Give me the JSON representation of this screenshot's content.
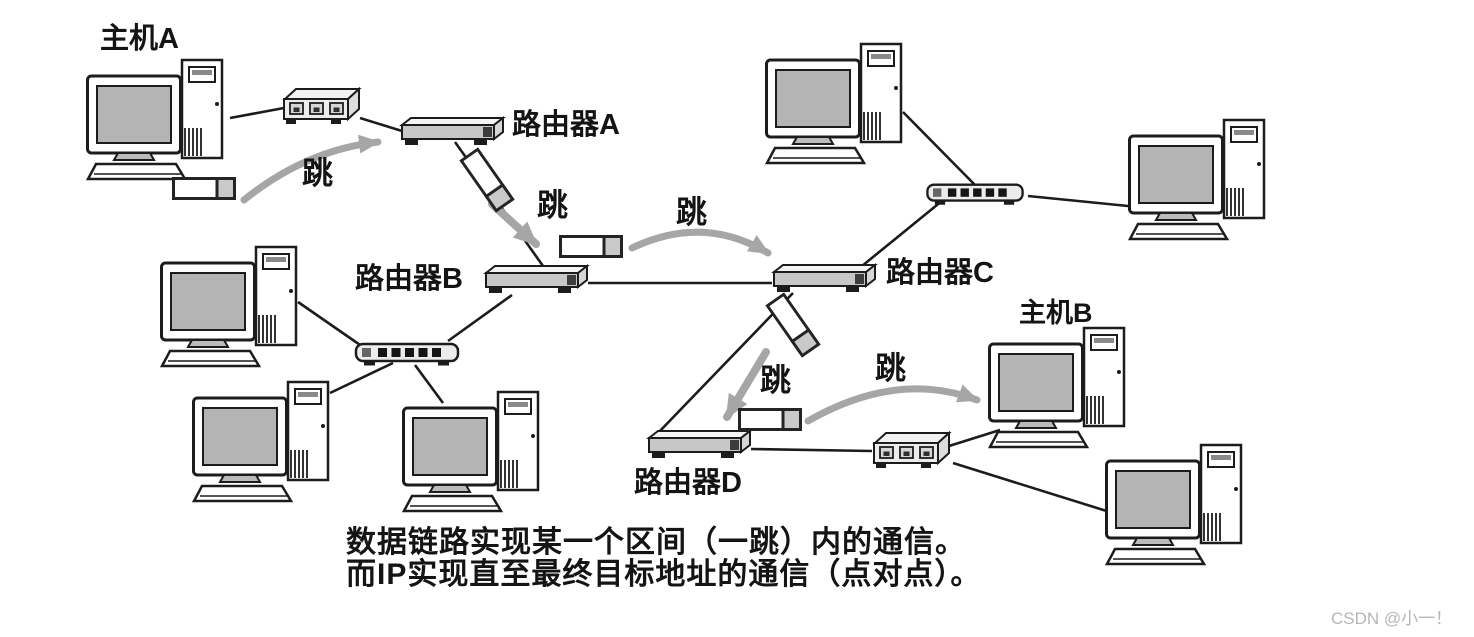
{
  "diagram": {
    "labels": {
      "host_a": "主机A",
      "host_b": "主机B",
      "router_a": "路由器A",
      "router_b": "路由器B",
      "router_c": "路由器C",
      "router_d": "路由器D",
      "hop": "跳"
    },
    "caption": {
      "line1": "数据链路实现某一个区间（一跳）内的通信。",
      "line2": "而IP实现直至最终目标地址的通信（点对点）。"
    },
    "watermark": "CSDN @小一！",
    "colors": {
      "arrow": "#a6a6a6",
      "link": "#1c1c1c",
      "text": "#141414",
      "screen": "#b4b4b4",
      "packet_tail": "#c9c9c9",
      "watermark": "#b6b6b8"
    }
  }
}
